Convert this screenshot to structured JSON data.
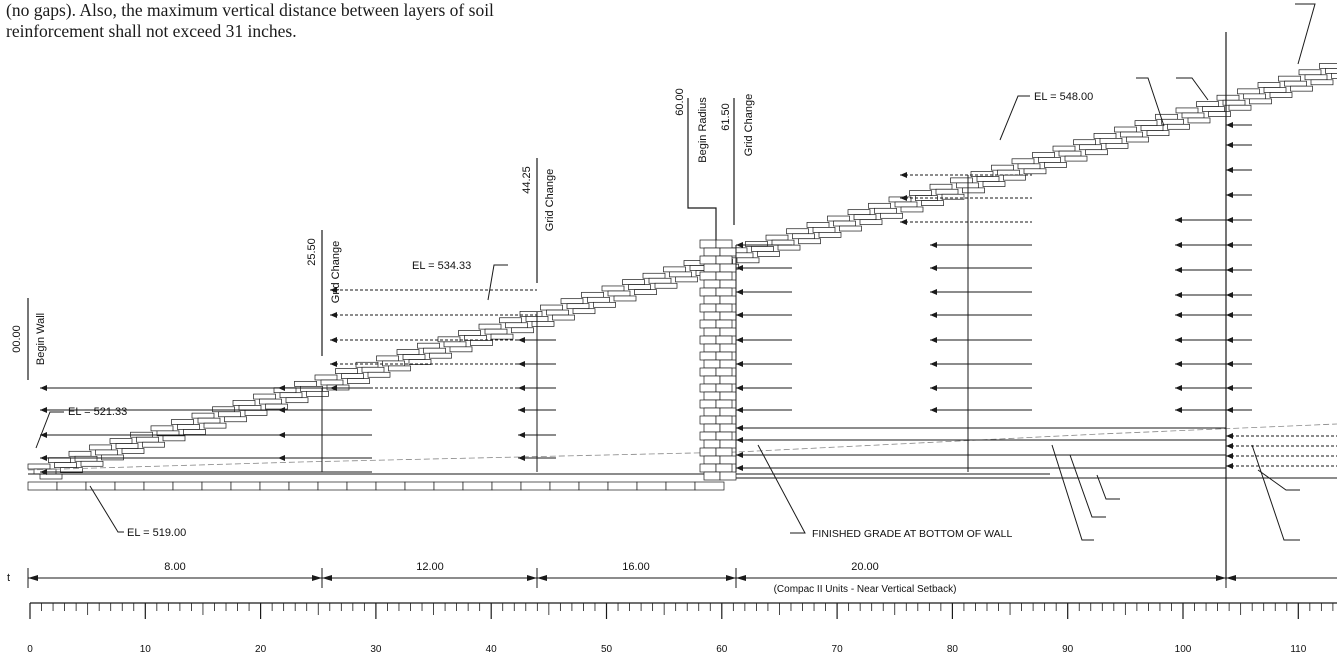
{
  "intro_lines": [
    "(no gaps). Also, the maximum vertical distance between layers of soil",
    "reinforcement shall not exceed 31 inches."
  ],
  "stations": {
    "begin_wall": {
      "value": "00.00",
      "label": "Begin Wall"
    },
    "grid_change_1": {
      "value": "25.50",
      "label": "Grid Change"
    },
    "grid_change_2": {
      "value": "44.25",
      "label": "Grid Change"
    },
    "begin_radius": {
      "value": "60.00",
      "label": "Begin Radius"
    },
    "grid_change_3": {
      "value": "61.50",
      "label": "Grid Change"
    }
  },
  "elevations": {
    "el_top_right": "EL = 548.00",
    "el_mid": "EL = 534.33",
    "el_left": "EL = 521.33",
    "el_base": "EL = 519.00"
  },
  "callouts": {
    "finished_grade": "FINISHED GRADE AT BOTTOM OF WALL"
  },
  "dimensions": {
    "lead_char": "t",
    "segments": [
      "8.00",
      "12.00",
      "16.00",
      "20.00"
    ],
    "note": "(Compac II Units - Near Vertical Setback)"
  },
  "ruler": {
    "labels": [
      "0",
      "10",
      "20",
      "30",
      "40",
      "50",
      "60",
      "70",
      "80",
      "90",
      "100",
      "110"
    ]
  },
  "colors": {
    "ink": "#1a1a1a",
    "dashed_grade": "#888888"
  }
}
